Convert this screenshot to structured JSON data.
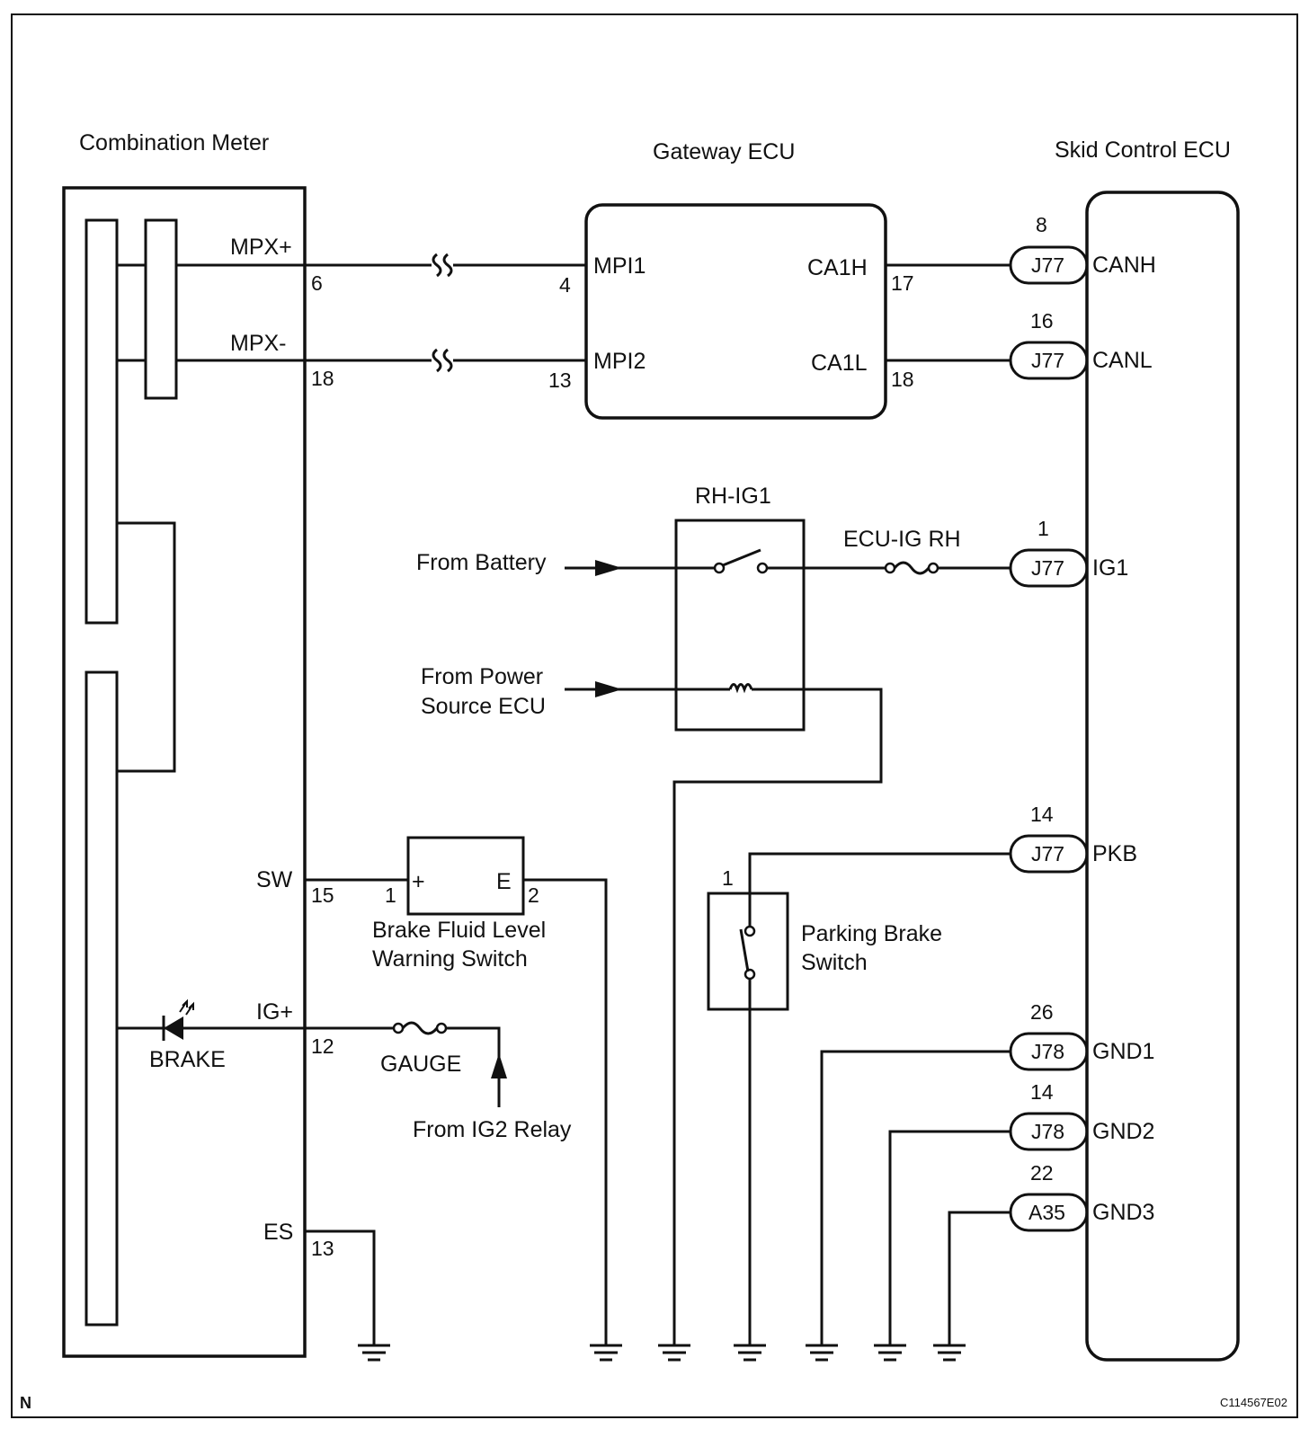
{
  "components": {
    "combination_meter": "Combination Meter",
    "gateway_ecu": "Gateway ECU",
    "skid_control_ecu": "Skid Control ECU",
    "relay": "RH-IG1",
    "fuse_ecu_ig": "ECU-IG RH",
    "fuse_gauge": "GAUGE",
    "brake_fluid_switch": [
      "Brake Fluid Level",
      "Warning Switch"
    ],
    "parking_brake_switch": [
      "Parking Brake",
      "Switch"
    ],
    "brake_lamp": "BRAKE"
  },
  "sources": {
    "battery": "From Battery",
    "power_source_ecu": [
      "From Power",
      "Source ECU"
    ],
    "ig2_relay": "From IG2 Relay"
  },
  "meter_terminals": [
    {
      "name": "MPX+",
      "pin": "6"
    },
    {
      "name": "MPX-",
      "pin": "18"
    },
    {
      "name": "SW",
      "pin": "15"
    },
    {
      "name": "IG+",
      "pin": "12"
    },
    {
      "name": "ES",
      "pin": "13"
    }
  ],
  "gateway_terminals": [
    {
      "name": "MPI1",
      "pin": "4"
    },
    {
      "name": "MPI2",
      "pin": "13"
    },
    {
      "name": "CA1H",
      "pin": "17"
    },
    {
      "name": "CA1L",
      "pin": "18"
    }
  ],
  "skid_terminals": [
    {
      "name": "CANH",
      "pin": "8",
      "connector": "J77"
    },
    {
      "name": "CANL",
      "pin": "16",
      "connector": "J77"
    },
    {
      "name": "IG1",
      "pin": "1",
      "connector": "J77"
    },
    {
      "name": "PKB",
      "pin": "14",
      "connector": "J77"
    },
    {
      "name": "GND1",
      "pin": "26",
      "connector": "J78"
    },
    {
      "name": "GND2",
      "pin": "14",
      "connector": "J78"
    },
    {
      "name": "GND3",
      "pin": "22",
      "connector": "A35"
    }
  ],
  "switch_pins": {
    "brake_fluid_plus": "1",
    "brake_fluid_plus_sign": "+",
    "brake_fluid_e": "2",
    "brake_fluid_e_label": "E",
    "parking_brake": "1"
  },
  "footer": {
    "corner_mark": "N",
    "code": "C114567E02"
  }
}
